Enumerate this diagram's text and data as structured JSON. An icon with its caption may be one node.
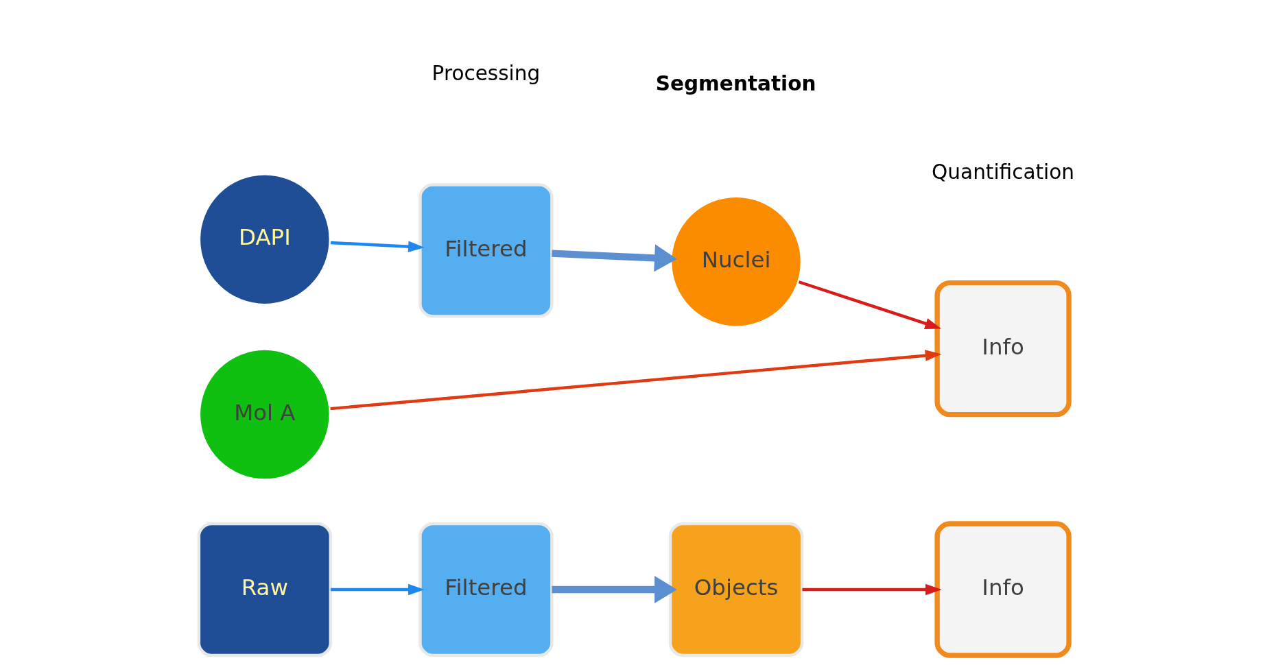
{
  "diagram": {
    "nodes": [
      {
        "text": [
          "Raw"
        ]
      },
      {
        "text": [
          "Filtered"
        ]
      },
      {
        "text": [
          "Objects"
        ]
      },
      {
        "text": [
          "Info"
        ]
      },
      {
        "text": [
          "DAPI"
        ]
      },
      {
        "text": [
          "Filtered"
        ]
      },
      {
        "text": [
          "Nuclei"
        ]
      },
      {
        "text": [
          "Info"
        ]
      },
      {
        "text": [
          "Mol A"
        ]
      }
    ],
    "edges": [
      {
        "from": 0,
        "to": 1,
        "arrow": "to",
        "color": "#1e88f0"
      },
      {
        "from": 1,
        "to": 2,
        "arrow": "to",
        "style": "thick",
        "color": "#5b8fd0"
      },
      {
        "from": 2,
        "to": 3,
        "arrow": "to",
        "color": "#d81c1c"
      },
      {
        "from": 4,
        "to": 5,
        "arrow": "to",
        "color": "#1e88f0"
      },
      {
        "from": 5,
        "to": 6,
        "arrow": "to",
        "style": "thick",
        "color": "#5b8fd0"
      },
      {
        "from": 6,
        "to": 7,
        "arrow": "to",
        "color": "#d81c1c"
      },
      {
        "from": 8,
        "to": 7,
        "arrow": "to",
        "color": "#e03a12"
      }
    ],
    "labels": [
      "Processing",
      "Segmentation",
      "Quantification"
    ]
  }
}
